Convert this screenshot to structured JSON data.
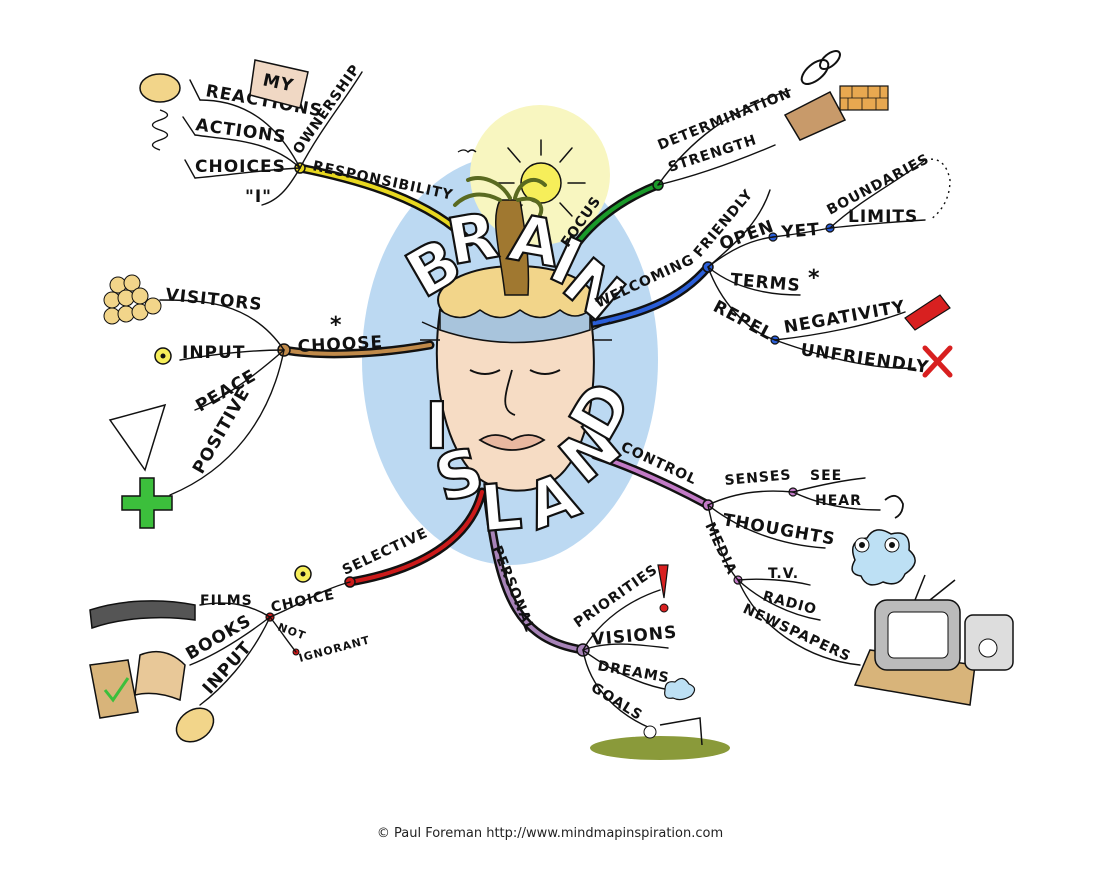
{
  "center": {
    "letters": [
      "B",
      "R",
      "A",
      "I",
      "N",
      "I",
      "S",
      "L",
      "A",
      "N",
      "D"
    ]
  },
  "branches": {
    "responsibility": {
      "label": "RESPONSIBILITY",
      "color": "#e8d820",
      "items": [
        "REACTIONS",
        "ACTIONS",
        "CHOICES",
        "\"I\"",
        "OWNERSHIP",
        "MY"
      ]
    },
    "focus": {
      "label": "FOCUS",
      "color": "#1a9a2a",
      "items": [
        "DETERMINATION",
        "STRENGTH"
      ]
    },
    "welcoming": {
      "label": "WELCOMING",
      "color": "#2a5ed8",
      "items": [
        "FRIENDLY",
        "OPEN",
        "YET",
        "BOUNDARIES",
        "LIMITS",
        "TERMS",
        "REPEL",
        "NEGATIVITY",
        "UNFRIENDLY"
      ]
    },
    "choose": {
      "label": "CHOOSE",
      "color": "#c08a4a",
      "items": [
        "VISITORS",
        "INPUT",
        "PEACE",
        "POSITIVE"
      ]
    },
    "control": {
      "label": "CONTROL",
      "color": "#c27ac6",
      "items": [
        "SENSES",
        "SEE",
        "HEAR",
        "THOUGHTS",
        "MEDIA",
        "T.V.",
        "RADIO",
        "NEWSPAPERS"
      ]
    },
    "selective": {
      "label": "SELECTIVE",
      "color": "#cc1a1a",
      "items": [
        "CHOICE",
        "FILMS",
        "BOOKS",
        "INPUT",
        "NOT",
        "IGNORANT"
      ]
    },
    "personal": {
      "label": "PERSONAL",
      "color": "#a783b8",
      "items": [
        "PRIORITIES",
        "VISIONS",
        "DREAMS",
        "GOALS"
      ]
    }
  },
  "credit": "© Paul Foreman http://www.mindmapinspiration.com",
  "colors": {
    "sun": "#f6ee5a",
    "halo": "#f8f6c0",
    "oval": "#bcd9f2",
    "skin": "#f6dcc4",
    "hair": "#a07830",
    "sand": "#f2d58a",
    "water": "#a8c4dc"
  }
}
